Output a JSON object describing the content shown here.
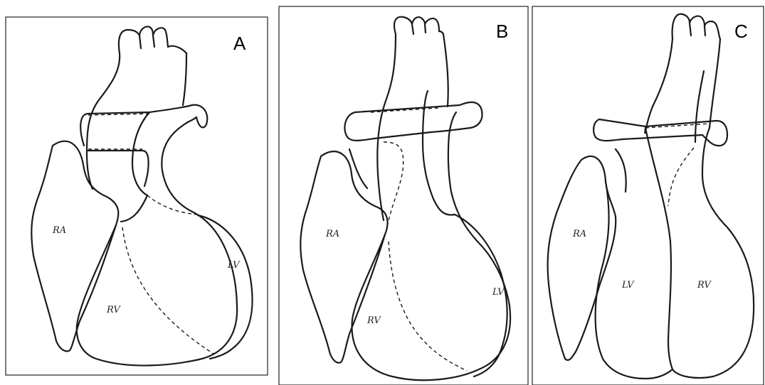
{
  "panels": [
    {
      "letter": "A",
      "labels": {
        "ra": "RA",
        "rv": "RV",
        "lv": "LV"
      }
    },
    {
      "letter": "B",
      "labels": {
        "ra": "RA",
        "rv": "RV",
        "lv": "LV"
      }
    },
    {
      "letter": "C",
      "labels": {
        "ra": "RA",
        "lv": "LV",
        "rv": "RV"
      }
    }
  ]
}
